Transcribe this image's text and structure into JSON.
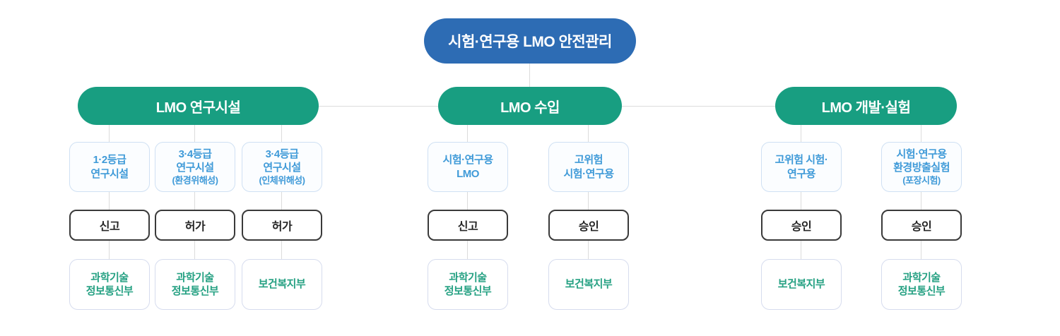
{
  "root": {
    "label": "시험·연구용 LMO 안전관리"
  },
  "sections": [
    {
      "label": "LMO 연구시설",
      "columns": [
        {
          "facility": "1·2등급\n연구시설",
          "note": "",
          "action": "신고",
          "agency": "과학기술\n정보통신부"
        },
        {
          "facility": "3·4등급\n연구시설",
          "note": "(환경위해성)",
          "action": "허가",
          "agency": "과학기술\n정보통신부"
        },
        {
          "facility": "3·4등급\n연구시설",
          "note": "(인체위해성)",
          "action": "허가",
          "agency": "보건복지부"
        }
      ]
    },
    {
      "label": "LMO 수입",
      "columns": [
        {
          "facility": "시험·연구용\nLMO",
          "note": "",
          "action": "신고",
          "agency": "과학기술\n정보통신부"
        },
        {
          "facility": "고위험\n시험·연구용",
          "note": "",
          "action": "승인",
          "agency": "보건복지부"
        }
      ]
    },
    {
      "label": "LMO 개발·실험",
      "columns": [
        {
          "facility": "고위험 시험·\n연구용",
          "note": "",
          "action": "승인",
          "agency": "보건복지부"
        },
        {
          "facility": "시험·연구용\n환경방출실험",
          "note": "(포장시험)",
          "action": "승인",
          "agency": "과학기술\n정보통신부"
        }
      ]
    }
  ],
  "colors": {
    "root_bg": "#2d6cb4",
    "section_bg": "#189e81",
    "facility_text": "#3f9ad8",
    "facility_border": "#cfe0f3",
    "action_border": "#3a3a3a",
    "agency_text": "#26a183",
    "agency_border": "#d6dcee",
    "connector": "#dcdcdc"
  }
}
